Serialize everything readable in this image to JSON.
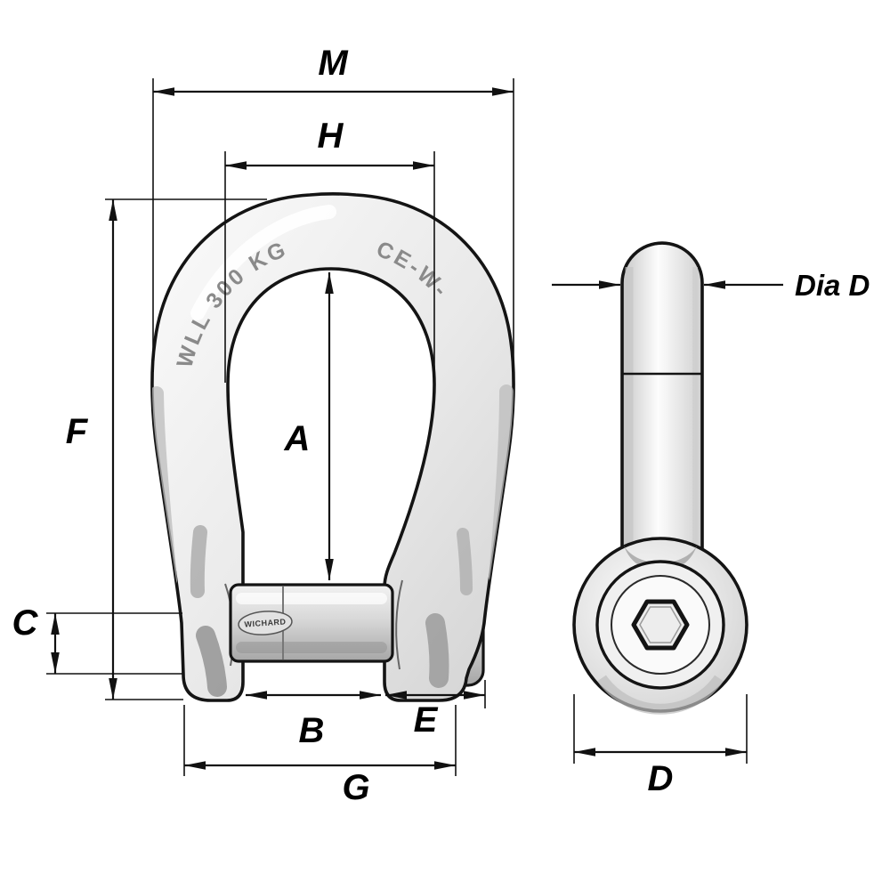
{
  "diagram": {
    "kind": "technical-drawing",
    "subject": "Self-locking bow shackle with allen-head pin - dimensional drawing",
    "front_view": {
      "labels": {
        "M": "M",
        "H": "H",
        "A": "A",
        "F": "F",
        "C": "C",
        "B": "B",
        "E": "E",
        "G": "G"
      },
      "engravings": {
        "wll": "WLL 300 KG",
        "ce": "CE-W-",
        "pin_stamp": "WICHARD"
      }
    },
    "side_view": {
      "labels": {
        "dia_d": "Dia D",
        "d": "D"
      }
    },
    "colors": {
      "line": "#111111",
      "background": "#ffffff",
      "metal_light": "#f7f7f7",
      "metal_mid": "#d9d9d9",
      "metal_dark": "#9a9a9a"
    }
  }
}
